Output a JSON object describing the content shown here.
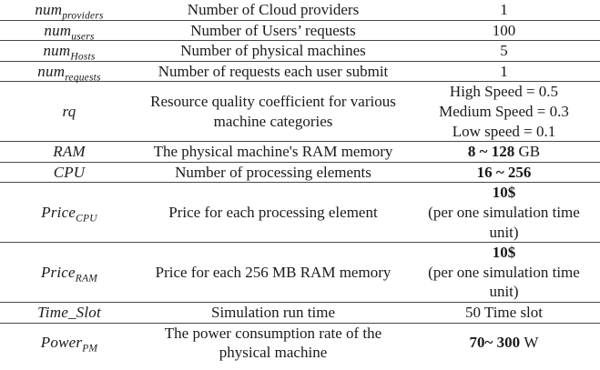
{
  "table": {
    "rows": [
      {
        "param": {
          "base": "num",
          "sub": "providers"
        },
        "description": [
          "Number of Cloud providers"
        ],
        "value_lines": [
          [
            {
              "text": "1",
              "bold": false
            }
          ]
        ]
      },
      {
        "param": {
          "base": "num",
          "sub": "users"
        },
        "description": [
          "Number of Users’ requests"
        ],
        "value_lines": [
          [
            {
              "text": "100",
              "bold": false
            }
          ]
        ]
      },
      {
        "param": {
          "base": "num",
          "sub": "Hosts"
        },
        "description": [
          "Number of physical machines"
        ],
        "value_lines": [
          [
            {
              "text": "5",
              "bold": false
            }
          ]
        ]
      },
      {
        "param": {
          "base": "num",
          "sub": "requests"
        },
        "description": [
          "Number of requests each user submit"
        ],
        "value_lines": [
          [
            {
              "text": "1",
              "bold": false
            }
          ]
        ]
      },
      {
        "param": {
          "base": "rq",
          "sub": ""
        },
        "description": [
          "Resource quality coefficient for various",
          "machine categories"
        ],
        "value_lines": [
          [
            {
              "text": "High Speed = 0.5",
              "bold": false
            }
          ],
          [
            {
              "text": "Medium Speed = 0.3",
              "bold": false
            }
          ],
          [
            {
              "text": "Low speed = 0.1",
              "bold": false
            }
          ]
        ]
      },
      {
        "param": {
          "base": "RAM",
          "sub": ""
        },
        "description": [
          "The physical machine's RAM memory"
        ],
        "value_lines": [
          [
            {
              "text": "8 ~ 128",
              "bold": true
            },
            {
              "text": " GB",
              "bold": false
            }
          ]
        ]
      },
      {
        "param": {
          "base": "CPU",
          "sub": ""
        },
        "description": [
          "Number of processing elements"
        ],
        "value_lines": [
          [
            {
              "text": "16 ~ 256",
              "bold": true
            }
          ]
        ]
      },
      {
        "param": {
          "base": "Price",
          "sub": "CPU"
        },
        "description": [
          "Price for each processing element"
        ],
        "value_lines": [
          [
            {
              "text": "10$",
              "bold": true
            }
          ],
          [
            {
              "text": "(per one simulation time",
              "bold": false
            }
          ],
          [
            {
              "text": "unit)",
              "bold": false
            }
          ]
        ]
      },
      {
        "param": {
          "base": "Price",
          "sub": "RAM"
        },
        "description": [
          "Price for each 256 MB RAM memory"
        ],
        "value_lines": [
          [
            {
              "text": "10$",
              "bold": true
            }
          ],
          [
            {
              "text": "(per one simulation time",
              "bold": false
            }
          ],
          [
            {
              "text": "unit)",
              "bold": false
            }
          ]
        ]
      },
      {
        "param": {
          "base": "Time_Slot",
          "sub": ""
        },
        "description": [
          "Simulation run time"
        ],
        "value_lines": [
          [
            {
              "text": "50 Time slot",
              "bold": false
            }
          ]
        ]
      },
      {
        "param": {
          "base": "Power",
          "sub": "PM"
        },
        "description": [
          "The power consumption rate of the",
          "physical machine"
        ],
        "value_lines": [
          [
            {
              "text": "70~ 300",
              "bold": true
            },
            {
              "text": " W",
              "bold": false
            }
          ]
        ]
      }
    ]
  }
}
